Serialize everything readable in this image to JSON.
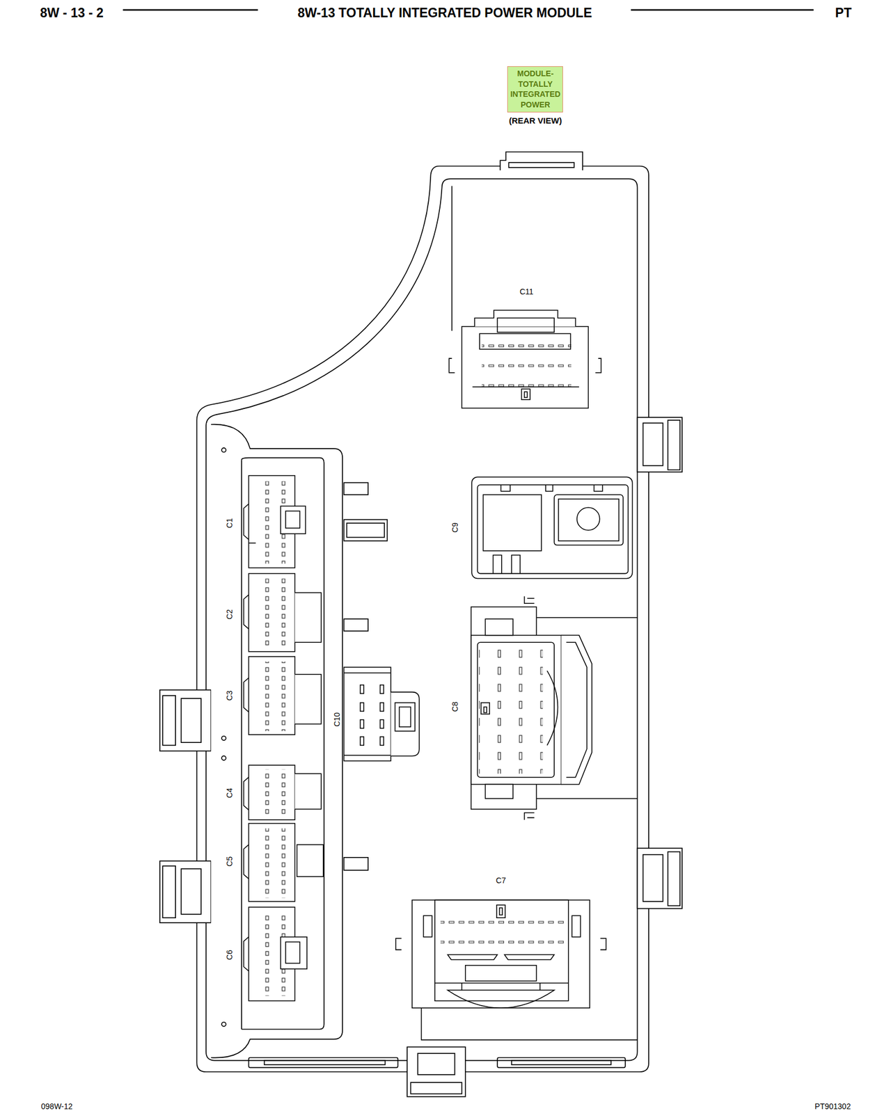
{
  "diagram": {
    "title": "8W-13 TOTALLY INTEGRATED POWER MODULE",
    "nodes": [
      {
        "text": [
          "MODULE- TOTALLY INTEGRATED POWER",
          "(REAR VIEW)"
        ]
      }
    ],
    "labels": [
      "8W - 13 - 2",
      "PT",
      "C11",
      "C9",
      "C1",
      "C2",
      "C8",
      "C3",
      "C10",
      "C4",
      "C5",
      "C6",
      "C7",
      "098W-12",
      "PT901302"
    ]
  }
}
